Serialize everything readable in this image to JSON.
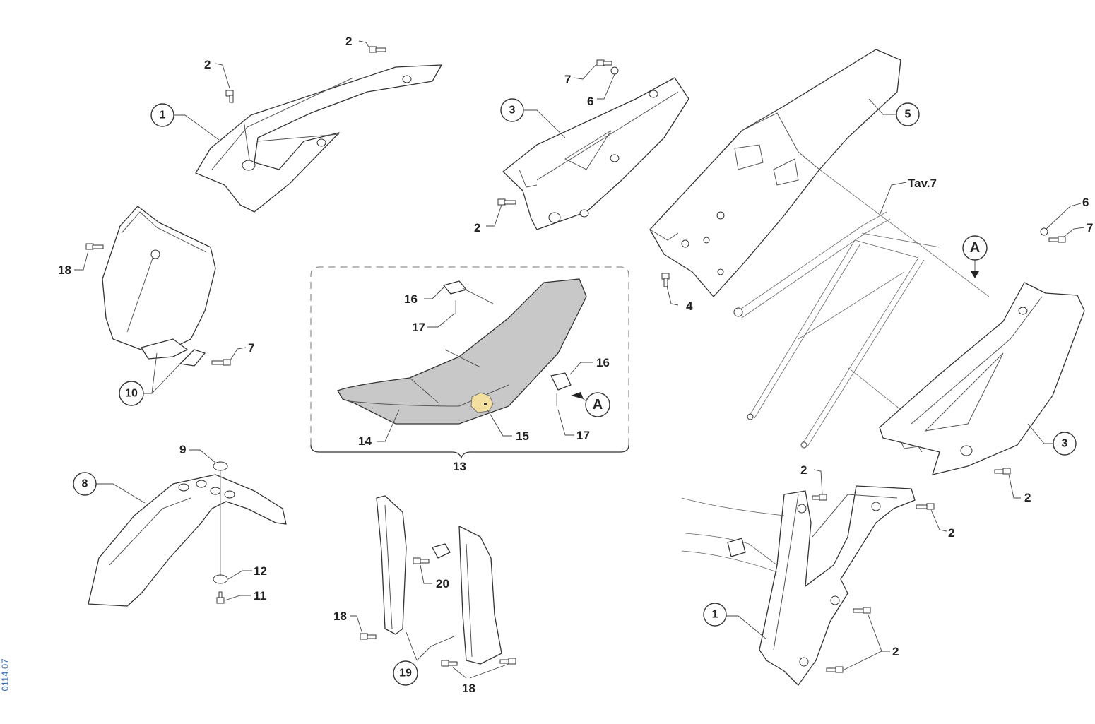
{
  "labels": {
    "circ_1_top": "1",
    "circ_1_bottom": "1",
    "circ_3_top": "3",
    "circ_3_right": "3",
    "circ_5": "5",
    "circ_8": "8",
    "circ_10": "10",
    "circ_19": "19",
    "circ_A_top": "A",
    "circ_A_seat": "A",
    "tav7": "Tav.7",
    "n2_a": "2",
    "n2_b": "2",
    "n2_c": "2",
    "n2_d": "2",
    "n2_e": "2",
    "n2_f": "2",
    "n2_g": "2",
    "n4": "4",
    "n6_a": "6",
    "n6_b": "6",
    "n7_a": "7",
    "n7_b": "7",
    "n7_c": "7",
    "n9": "9",
    "n11": "11",
    "n12": "12",
    "n13": "13",
    "n14": "14",
    "n15": "15",
    "n16_a": "16",
    "n16_b": "16",
    "n17_a": "17",
    "n17_b": "17",
    "n18_a": "18",
    "n18_b": "18",
    "n18_c": "18",
    "n20": "20"
  },
  "drawing_code": "0114.07",
  "colors": {
    "seat": "#c8c8c8",
    "seat_patch": "#f3dfa0",
    "drawing_code": "#3a6fb5",
    "line": "#333333"
  }
}
